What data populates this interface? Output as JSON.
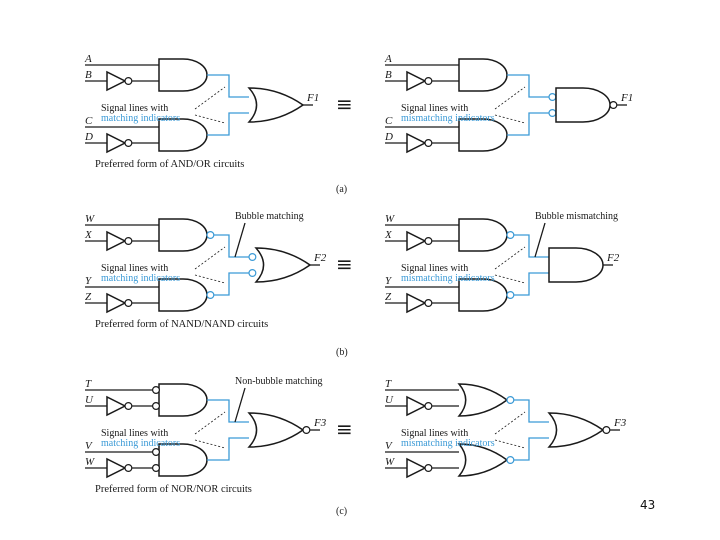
{
  "panels": [
    {
      "id": "a",
      "left": {
        "inputs": [
          "A",
          "B",
          "C",
          "D"
        ],
        "output": "F1",
        "note_line1": "Signal lines with",
        "note_line2": "matching indicators",
        "heading": "",
        "caption": "Preferred form of AND/OR circuits"
      },
      "right": {
        "inputs": [
          "A",
          "B",
          "C",
          "D"
        ],
        "output": "F1",
        "note_line1": "Signal lines with",
        "note_line2": "mismatching indicators",
        "heading": ""
      },
      "equiv": "≡",
      "label": "(a)"
    },
    {
      "id": "b",
      "left": {
        "inputs": [
          "W",
          "X",
          "Y",
          "Z"
        ],
        "output": "F2",
        "note_line1": "Signal lines with",
        "note_line2": "matching indicators",
        "heading": "Bubble matching",
        "caption": "Preferred form of NAND/NAND circuits"
      },
      "right": {
        "inputs": [
          "W",
          "X",
          "Y",
          "Z"
        ],
        "output": "F2",
        "note_line1": "Signal lines with",
        "note_line2": "mismatching indicators",
        "heading": "Bubble mismatching"
      },
      "equiv": "≡",
      "label": "(b)"
    },
    {
      "id": "c",
      "left": {
        "inputs": [
          "T",
          "U",
          "V",
          "W"
        ],
        "output": "F3",
        "note_line1": "Signal lines with",
        "note_line2": "matching indicators",
        "heading": "Non-bubble matching",
        "caption": "Preferred form of NOR/NOR circuits"
      },
      "right": {
        "inputs": [
          "T",
          "U",
          "V",
          "W"
        ],
        "output": "F3",
        "note_line1": "Signal lines with",
        "note_line2": "mismatching indicators",
        "heading": ""
      },
      "equiv": "≡",
      "label": "(c)"
    }
  ],
  "page_number": "43",
  "colors": {
    "wire": "#1a1a1a",
    "indicator": "#3b9ad6"
  }
}
